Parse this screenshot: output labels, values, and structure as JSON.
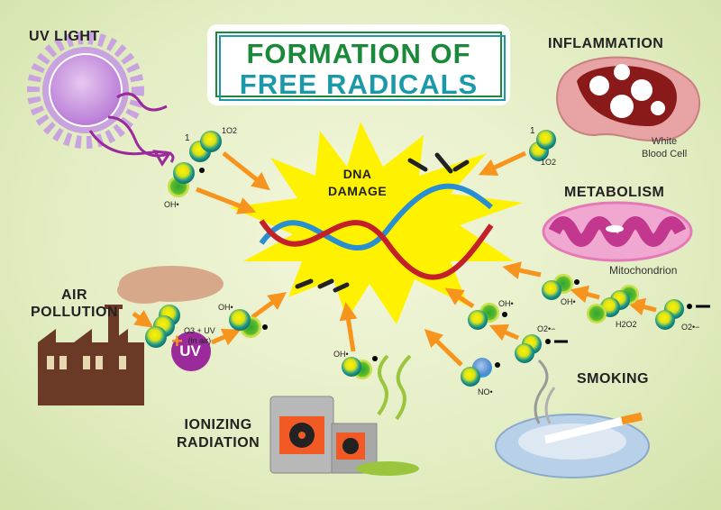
{
  "title": {
    "line1": "FORMATION OF",
    "line2": "FREE RADICALS"
  },
  "sources": {
    "uv_light": "UV LIGHT",
    "inflammation": "INFLAMMATION",
    "white_blood_cell": "White\nBlood Cell",
    "metabolism": "METABOLISM",
    "mitochondrion": "Mitochondrion",
    "air_pollution": "AIR\nPOLLUTION",
    "smoking": "SMOKING",
    "ionizing_radiation": "IONIZING\nRADIATION"
  },
  "center": {
    "dna_damage": "DNA\nDAMAGE"
  },
  "molecules": {
    "singlet_prefix": "1",
    "singlet_oxygen": "1O2",
    "hydroxyl": "OH•",
    "hydrogen_peroxide": "H2O2",
    "superoxide": "O2•−",
    "nitric_oxide": "NO•",
    "ozone_uv": "O3 + UV\n(in air)",
    "uv_badge": "UV",
    "plus": "+"
  },
  "colors": {
    "arrow": "#f7941d",
    "title_green": "#1a8a3a",
    "title_teal": "#1a9aa8",
    "uv_purple": "#9b2a9b",
    "burst": "#fff200"
  }
}
